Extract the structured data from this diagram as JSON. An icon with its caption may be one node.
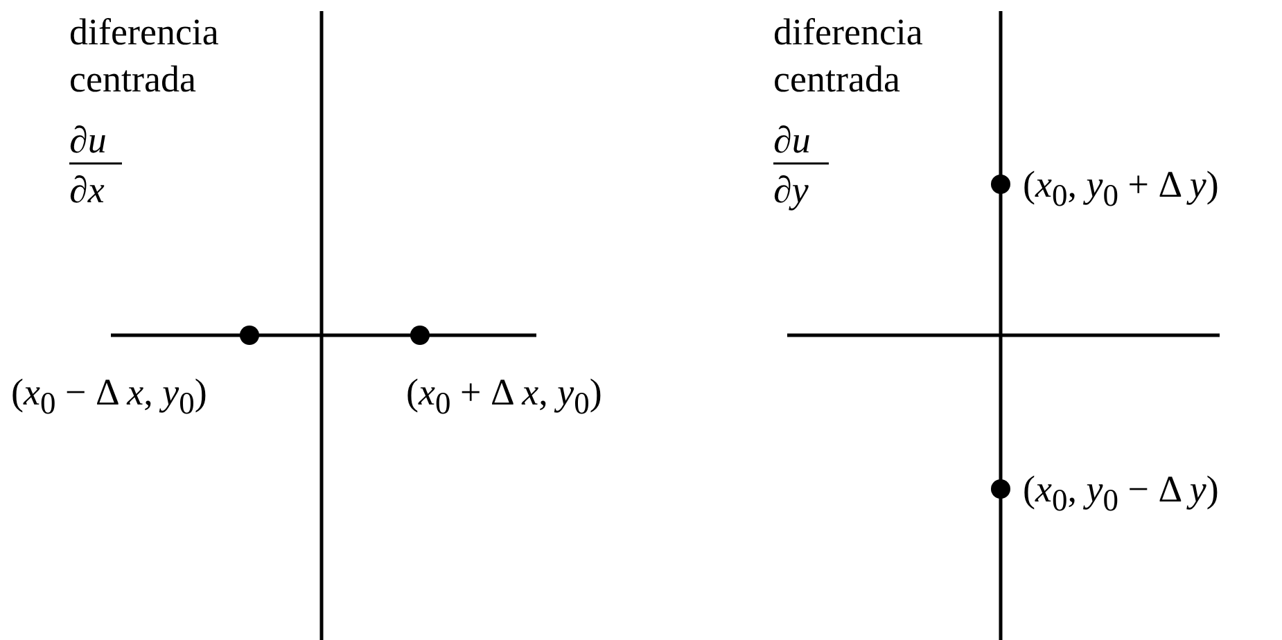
{
  "diagram": {
    "labels": [
      "diferencia centrada",
      "∂*u*",
      "∂*x*",
      "(*x*$_{0}$ − Δ *x*, *y*$_{0}$)",
      "(*x*$_{0}$ + Δ *x*, *y*$_{0}$)",
      "diferencia centrada",
      "∂*u*",
      "∂*y*",
      "(*x*$_{0}$, *y*$_{0}$ + Δ *y*)",
      "(*x*$_{0}$, *y*$_{0}$ − Δ *y*)"
    ]
  }
}
